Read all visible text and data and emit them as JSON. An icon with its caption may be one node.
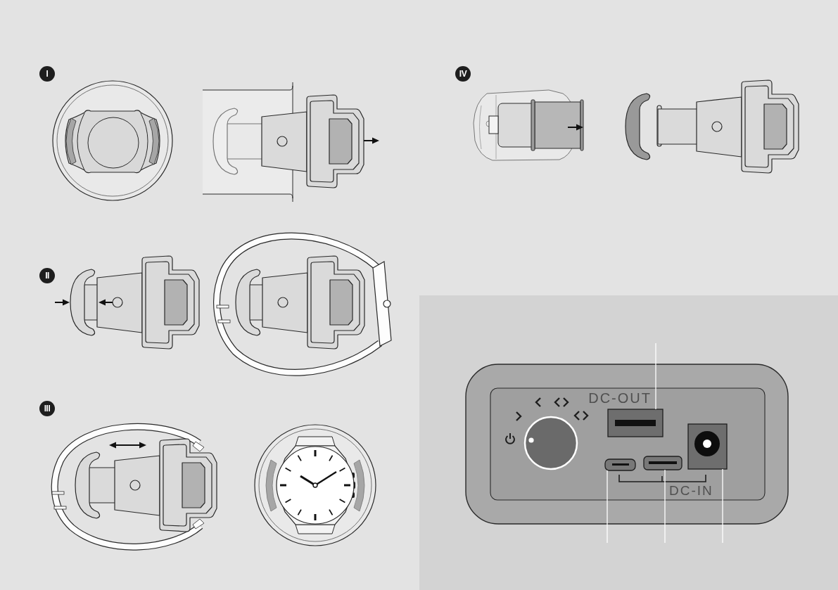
{
  "diagram": {
    "nodes": [
      {
        "text": [],
        "shape": "box"
      },
      {
        "text": [],
        "shape": "box"
      },
      {
        "text": [],
        "shape": "box"
      },
      {
        "text": [],
        "shape": "box"
      }
    ],
    "edges": [
      {
        "from": null,
        "to": 0,
        "arrow": "none"
      },
      {
        "from": null,
        "to": 1,
        "arrow": "none"
      },
      {
        "from": null,
        "to": 2,
        "arrow": "none"
      },
      {
        "from": null,
        "to": 3,
        "arrow": "none"
      }
    ],
    "labels": [
      "I",
      "II",
      "III",
      "IV",
      "DC-OUT",
      "DC-IN"
    ]
  }
}
